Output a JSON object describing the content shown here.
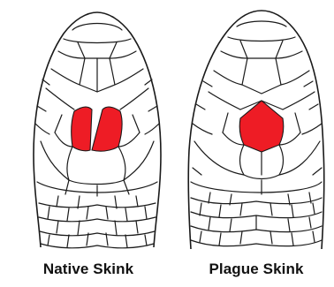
{
  "captions": {
    "left": "Native Skink",
    "right": "Plague Skink"
  },
  "colors": {
    "highlight": "#ee1c25",
    "line": "#1a1a1a",
    "background": "#ffffff"
  },
  "figures": [
    {
      "id": "native",
      "highlighted_scales": "paired prefrontal scales (two, divided)"
    },
    {
      "id": "plague",
      "highlighted_scales": "single frontonasal scale"
    }
  ]
}
